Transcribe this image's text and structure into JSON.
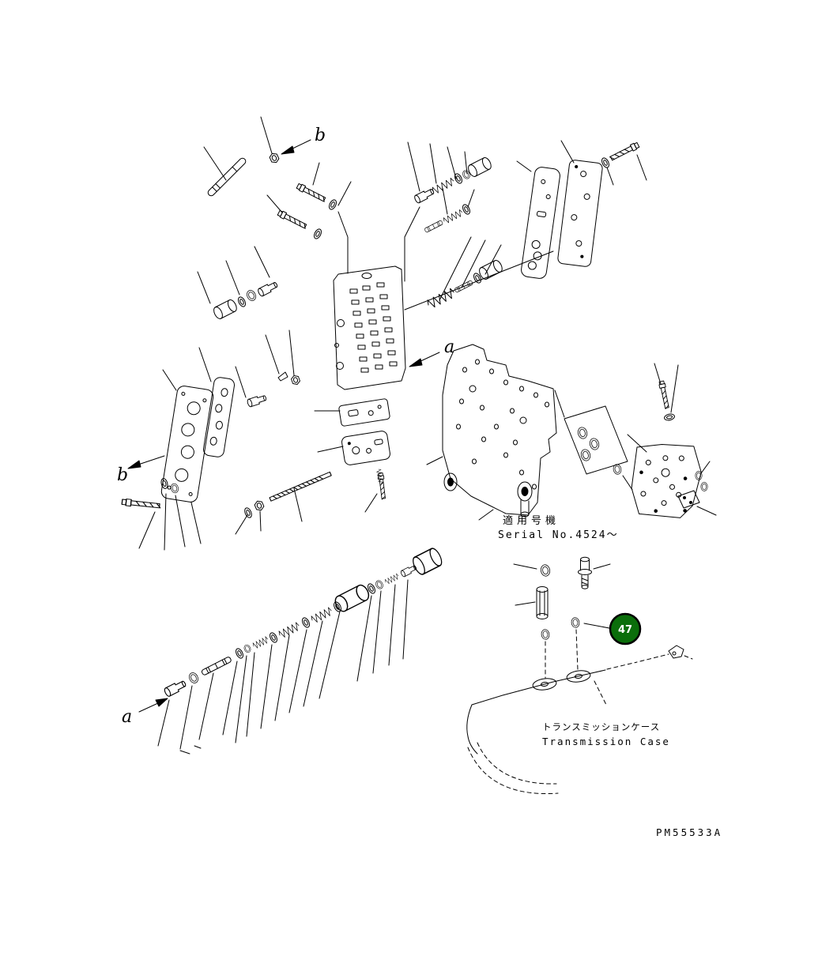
{
  "diagram": {
    "view_labels": {
      "b_top": "b",
      "b_left": "b",
      "a_mid": "a",
      "a_bottom": "a"
    },
    "serial_note": {
      "jp": "適用号機",
      "en": "Serial No.4524～"
    },
    "transmission_case": {
      "jp": "トランスミッションケース",
      "en": "Transmission Case"
    },
    "part_callout": {
      "number": "47",
      "bg_color": "#0b6e0b",
      "ring_color": "#000000",
      "text_color": "#ffffff"
    },
    "drawing_number": "PM55533A",
    "colors": {
      "line": "#000000",
      "background": "#ffffff"
    }
  }
}
